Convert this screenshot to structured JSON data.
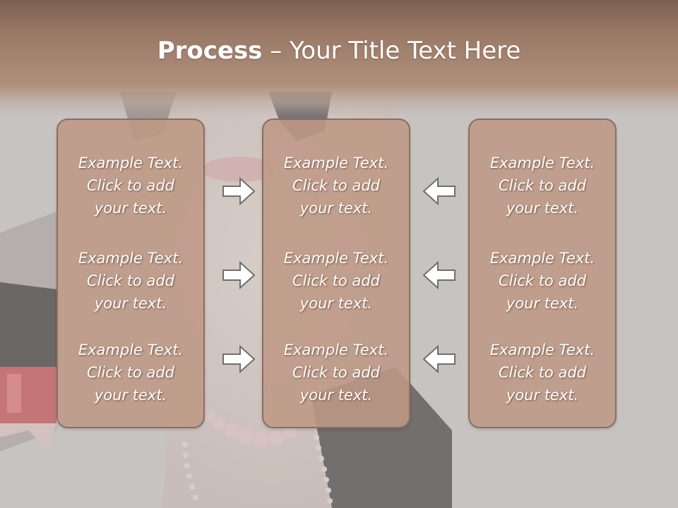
{
  "title": {
    "bold": "Process",
    "rest": " – Your Title Text Here"
  },
  "columns": {
    "left": [
      "Example Text.\nClick  to add\nyour text.",
      "Example Text.\nClick  to add\nyour text.",
      "Example Text.\nClick  to add\nyour text."
    ],
    "middle": [
      "Example Text.\nClick  to add\nyour text.",
      "Example Text.\nClick  to add\nyour text.",
      "Example Text.\nClick  to add\nyour text."
    ],
    "right": [
      "Example Text.\nClick  to add\nyour text.",
      "Example Text.\nClick  to add\nyour text.",
      "Example Text.\nClick  to add\nyour text."
    ]
  },
  "arrows": {
    "left_to_middle": [
      "arrow-right-icon",
      "arrow-right-icon",
      "arrow-right-icon"
    ],
    "right_to_middle": [
      "arrow-left-icon",
      "arrow-left-icon",
      "arrow-left-icon"
    ]
  },
  "colors": {
    "header": "#9a7866",
    "panel_fill": "#be9985",
    "panel_border": "#8a6e62",
    "background": "#c7c4c1",
    "text": "#ffffff"
  }
}
